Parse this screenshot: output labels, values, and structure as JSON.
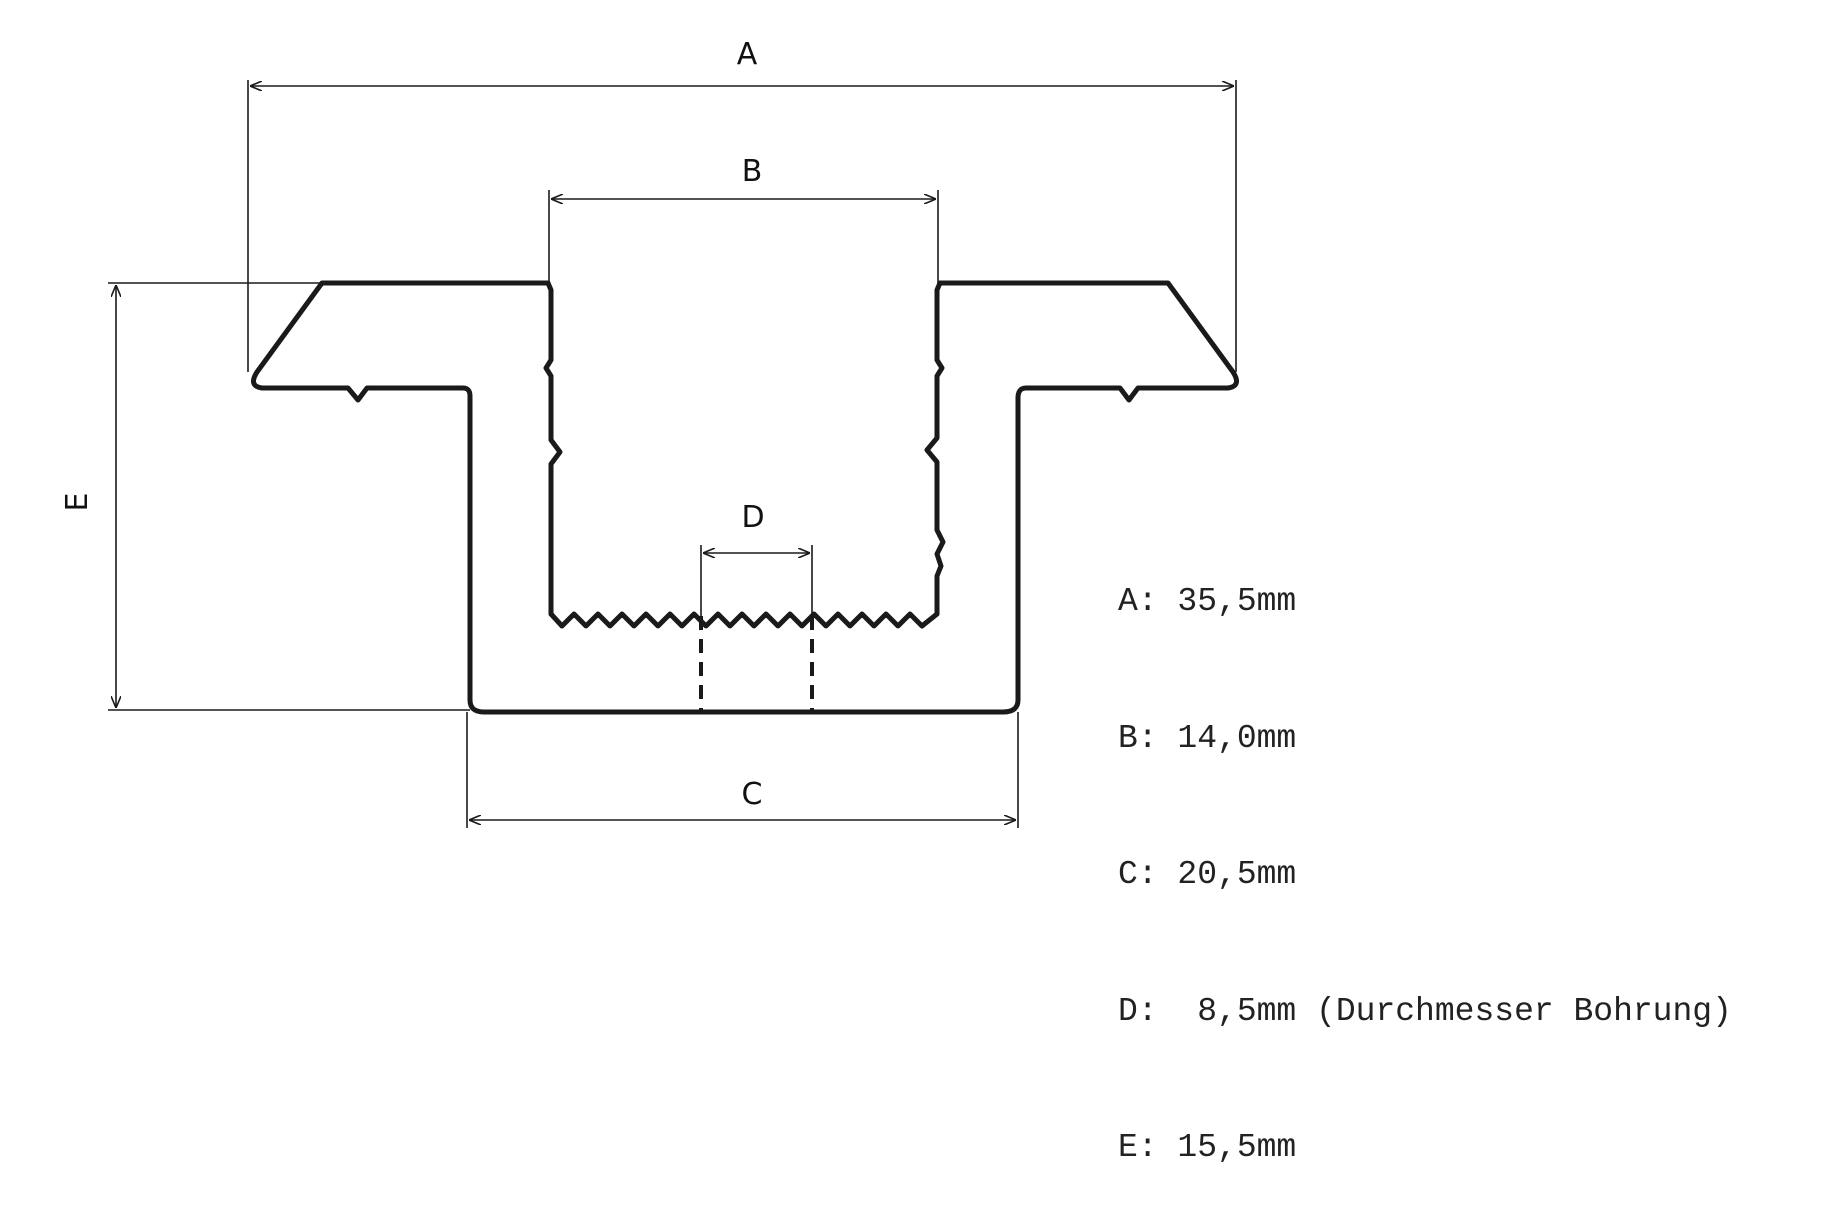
{
  "diagram": {
    "labels": {
      "a": "A",
      "b": "B",
      "c": "C",
      "d": "D",
      "e": "E"
    },
    "legend": [
      "A: 35,5mm",
      "B: 14,0mm",
      "C: 20,5mm",
      "D:  8,5mm (Durchmesser Bohrung)",
      "E: 15,5mm"
    ]
  }
}
